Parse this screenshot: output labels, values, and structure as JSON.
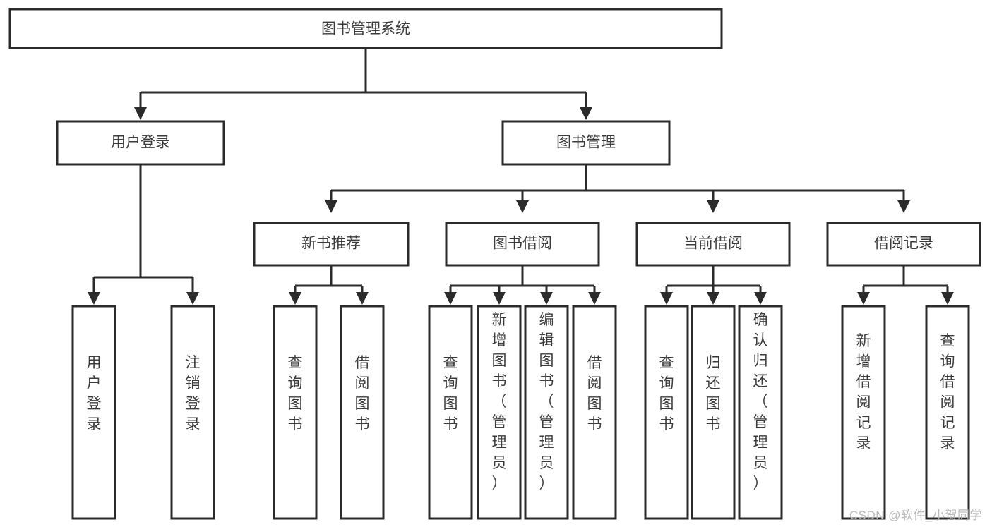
{
  "diagram": {
    "type": "tree",
    "title": "图书管理系统",
    "watermark": "CSDN @软件_小贺同学",
    "colors": {
      "box_stroke": "#2b2b2b",
      "box_fill": "#ffffff",
      "text": "#3c3c3c",
      "connector": "#2b2b2b",
      "watermark": "#b9b9b9",
      "background": "#ffffff"
    },
    "levels": {
      "root": {
        "label": "图书管理系统"
      },
      "level2": [
        {
          "label": "用户登录"
        },
        {
          "label": "图书管理"
        }
      ],
      "level3": [
        {
          "label": "新书推荐"
        },
        {
          "label": "图书借阅"
        },
        {
          "label": "当前借阅"
        },
        {
          "label": "借阅记录"
        }
      ],
      "leaves_user_login": [
        {
          "label": "用户登录"
        },
        {
          "label": "注销登录"
        }
      ],
      "leaves_new_book": [
        {
          "label": "查询图书"
        },
        {
          "label": "借阅图书"
        }
      ],
      "leaves_borrow": [
        {
          "label": "查询图书"
        },
        {
          "label": "新增图书（管理员）"
        },
        {
          "label": "编辑图书（管理员）"
        },
        {
          "label": "借阅图书"
        }
      ],
      "leaves_current": [
        {
          "label": "查询图书"
        },
        {
          "label": "归还图书"
        },
        {
          "label": "确认归还（管理员）"
        }
      ],
      "leaves_records": [
        {
          "label": "新增借阅记录"
        },
        {
          "label": "查询借阅记录"
        }
      ]
    }
  }
}
